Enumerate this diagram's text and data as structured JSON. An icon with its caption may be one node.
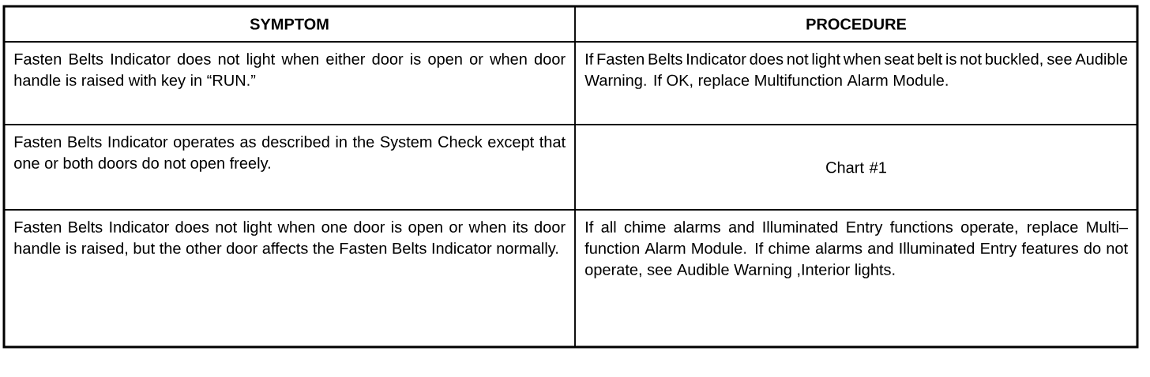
{
  "diagram": {
    "labels": [
      "SYMPTOM",
      "PROCEDURE",
      "Fasten Belts Indicator does not light when either door is open or when door handle is raised with key in “RUN.”",
      "If Fasten Belts Indicator does not light when seat belt is not buckled, see Audible Warning. If OK, replace Multifunction Alarm Module.",
      "Fasten Belts Indicator operates as described in the System Check except that one or both doors do not open freely.",
      "Chart #1",
      "Fasten Belts Indicator does not light when one door is open or when its door handle is raised, but the other door affects the Fasten Belts Indicator normally.",
      "If all chime alarms and Illuminated Entry functions operate, replace Multi–function Alarm Module. If chime alarms and Illuminated Entry features do not operate, see Audible Warning ,Interior lights."
    ]
  }
}
